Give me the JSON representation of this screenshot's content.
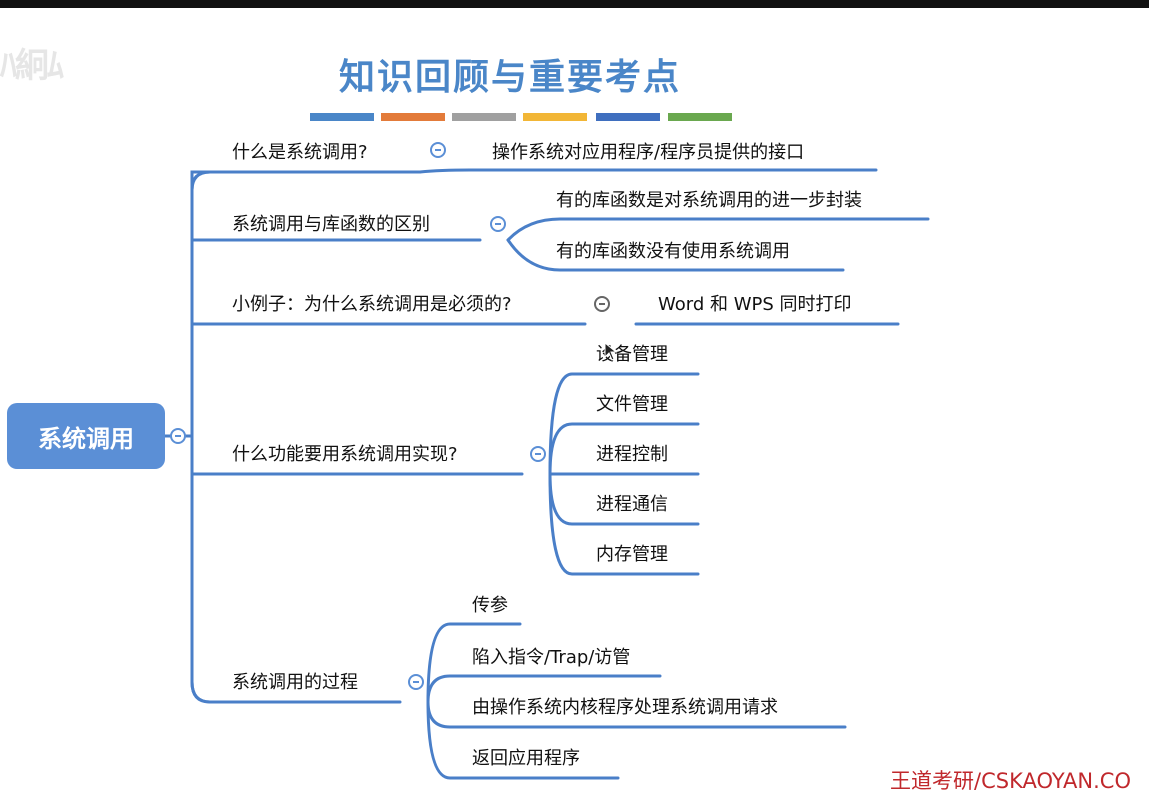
{
  "title": "知识回顾与重要考点",
  "swatches": [
    "#4a86c8",
    "#e37b3a",
    "#a0a0a0",
    "#f2b636",
    "#3f6fbf",
    "#6aa84f"
  ],
  "root": {
    "label": "系统调用"
  },
  "branches": [
    {
      "label": "什么是系统调用?",
      "children": [
        "操作系统对应用程序/程序员提供的接口"
      ]
    },
    {
      "label": "系统调用与库函数的区别",
      "children": [
        "有的库函数是对系统调用的进一步封装",
        "有的库函数没有使用系统调用"
      ]
    },
    {
      "label": "小例子：为什么系统调用是必须的?",
      "children": [
        "Word 和 WPS 同时打印"
      ]
    },
    {
      "label": "什么功能要用系统调用实现?",
      "children": [
        "设备管理",
        "文件管理",
        "进程控制",
        "进程通信",
        "内存管理"
      ]
    },
    {
      "label": "系统调用的过程",
      "children": [
        "传参",
        "陷入指令/Trap/访管",
        "由操作系统内核程序处理系统调用请求",
        "返回应用程序"
      ]
    }
  ],
  "footer": "王道考研/CSKAOYAN.CO",
  "colors": {
    "accent": "#5b8fd6",
    "footer": "#c0282c"
  }
}
